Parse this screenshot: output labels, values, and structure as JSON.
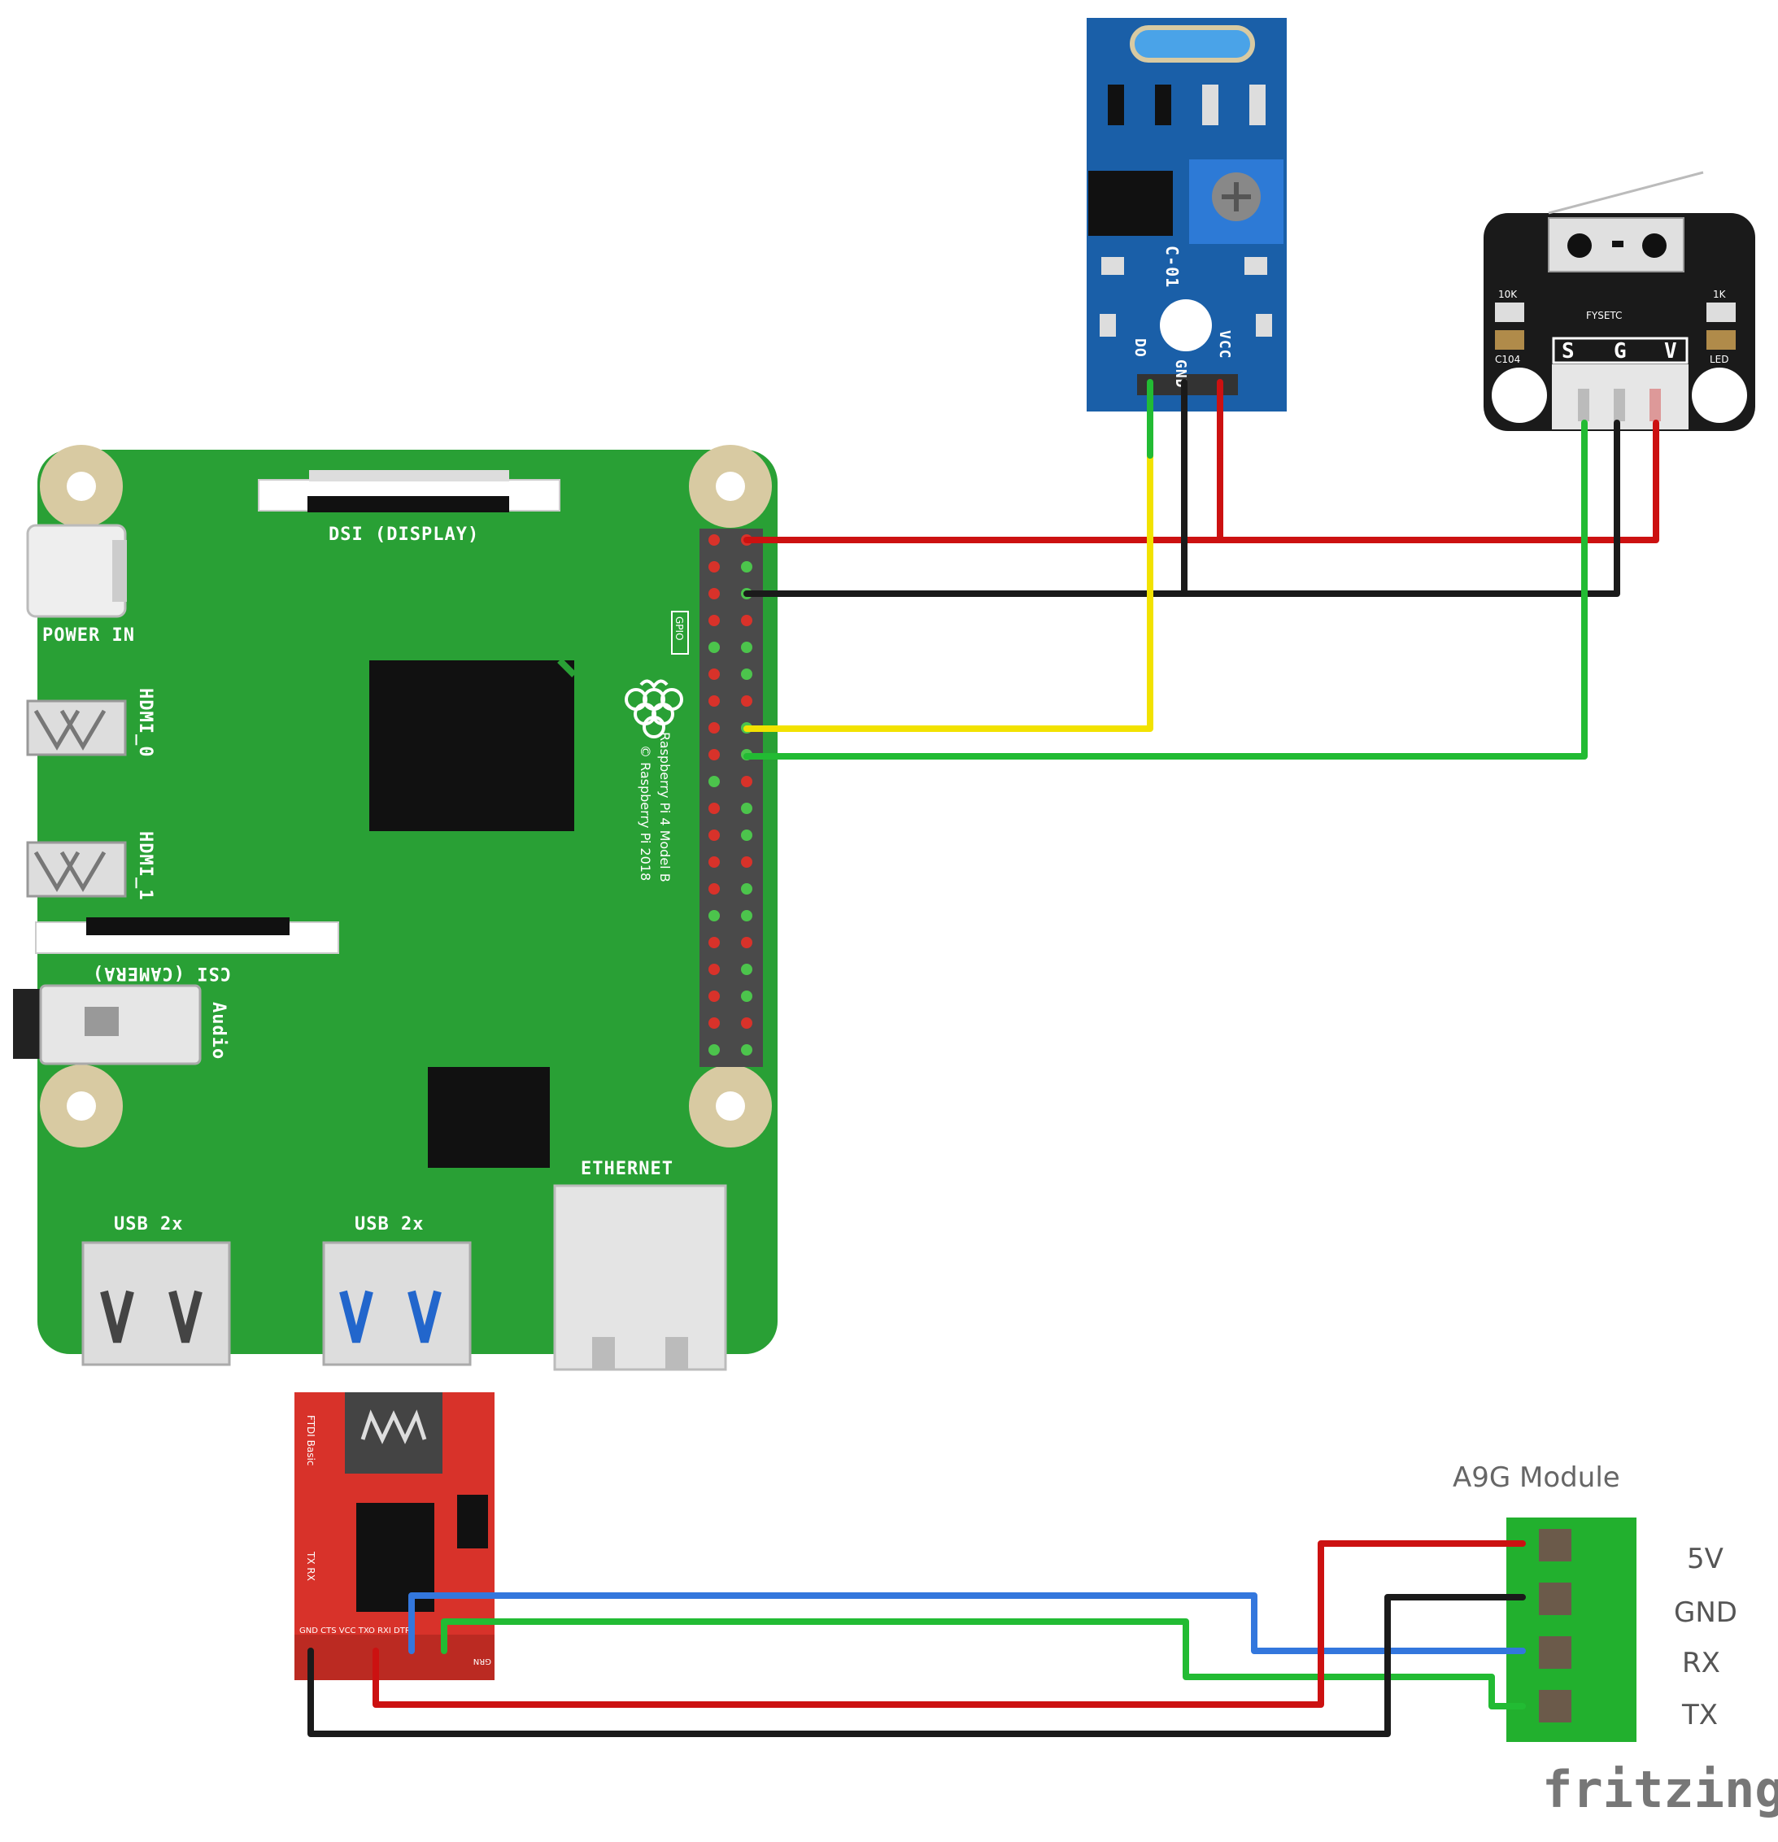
{
  "raspberry_pi": {
    "dsi_label": "DSI (DISPLAY)",
    "power_label": "POWER IN",
    "hdmi0_label": "HDMI_0",
    "hdmi1_label": "HDMI_1",
    "csi_label": "CSI (CAMERA)",
    "audio_label": "Audio",
    "ethernet_label": "ETHERNET",
    "usb_label_1": "USB 2x",
    "usb_label_2": "USB 2x",
    "gpio_label": "GPIO",
    "model_label": "Raspberry Pi 4 Model B",
    "copyright_label": "© Raspberry Pi 2018"
  },
  "sound_sensor": {
    "pin_do": "DO",
    "pin_gnd": "GND",
    "pin_vcc": "VCC",
    "chip_label": "C-01"
  },
  "limit_switch": {
    "brand": "FYSETC",
    "pins": [
      "S",
      "G",
      "V"
    ],
    "r1": "10K",
    "r2": "1K",
    "c1": "C104",
    "led": "LED"
  },
  "ftdi": {
    "board_label": "FTDI Basic",
    "rx_tx": "TX RX",
    "header": "GND CTS VCC TXO RXI DTR",
    "side": "GRN"
  },
  "a9g": {
    "title": "A9G Module",
    "pins": [
      "5V",
      "GND",
      "RX",
      "TX"
    ]
  },
  "watermark": "fritzing",
  "colors": {
    "board_green": "#29a035",
    "wire_red": "#cc1111",
    "wire_black": "#1a1a1a",
    "wire_yellow": "#f2e200",
    "wire_green": "#22bb33",
    "wire_blue": "#3377dd",
    "sensor_blue": "#1a5fa8",
    "ftdi_red": "#d8322a"
  }
}
